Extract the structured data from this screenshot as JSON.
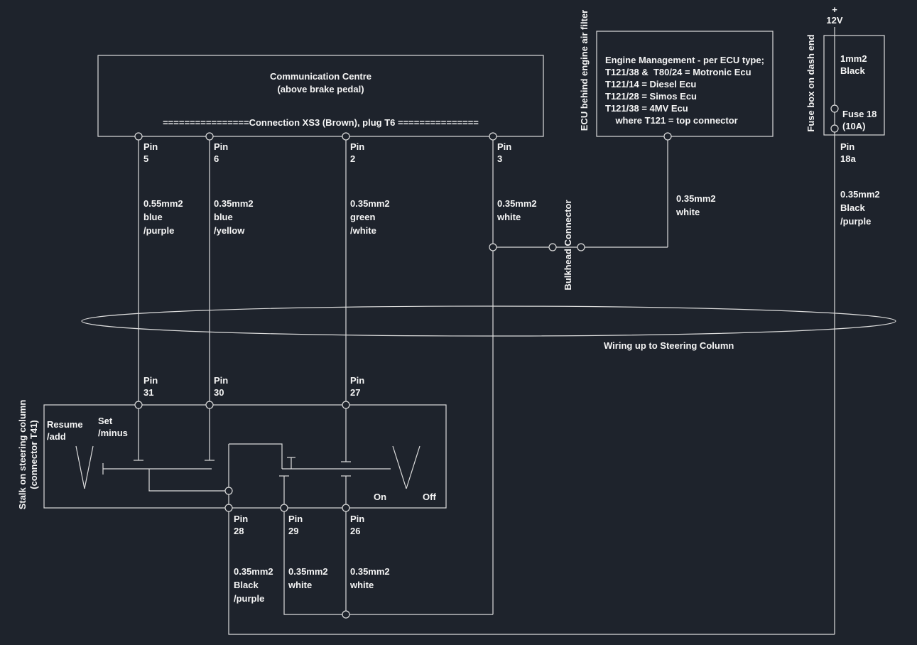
{
  "diagram": {
    "colors": {
      "background": "#1e232c",
      "line": "#dcdcdc",
      "text": "#f5f5f5"
    },
    "comm_centre": {
      "title": "Communication Centre\n(above brake pedal)",
      "connection_row": "================Connection XS3 (Brown), plug T6 ===============",
      "pin5_label": "Pin\n5",
      "pin6_label": "Pin\n6",
      "pin2_label": "Pin\n2",
      "pin3_label": "Pin\n3",
      "pin5_spec": "0.55mm2\nblue\n/purple",
      "pin6_spec": "0.35mm2\nblue\n/yellow",
      "pin2_spec": "0.35mm2\ngreen\n/white",
      "pin3_spec": "0.35mm2\nwhite"
    },
    "ecu": {
      "side_label": "ECU behind engine air filter",
      "info": "Engine Management - per ECU type;\nT121/38 &  T80/24 = Motronic Ecu\nT121/14 = Diesel Ecu\nT121/28 = Simos Ecu\nT121/38 = 4MV Ecu\n    where T121 = top connector",
      "wire_spec": "0.35mm2\nwhite"
    },
    "bulkhead_label": "Bulkhead Connector",
    "fuse": {
      "supply_label": "+\n12V",
      "side_label": "Fuse box on dash end",
      "wire_label": "1mm2\nBlack",
      "fuse_label": "Fuse 18\n(10A)",
      "pin_label": "Pin\n18a",
      "wire_spec": "0.35mm2\nBlack\n/purple"
    },
    "loom_label": "Wiring up to Steering Column",
    "stalk": {
      "side_label": "Stalk on steering column\n(connector T41)",
      "pin31_label": "Pin\n31",
      "pin30_label": "Pin\n30",
      "pin27_label": "Pin\n27",
      "resume_label": "Resume\n/add",
      "set_label": "Set\n/minus",
      "on_label": "On",
      "off_label": "Off",
      "pin28_label": "Pin\n28",
      "pin29_label": "Pin\n29",
      "pin26_label": "Pin\n26",
      "pin28_spec": "0.35mm2\nBlack\n/purple",
      "pin29_spec": "0.35mm2\nwhite",
      "pin26_spec": "0.35mm2\nwhite"
    }
  }
}
